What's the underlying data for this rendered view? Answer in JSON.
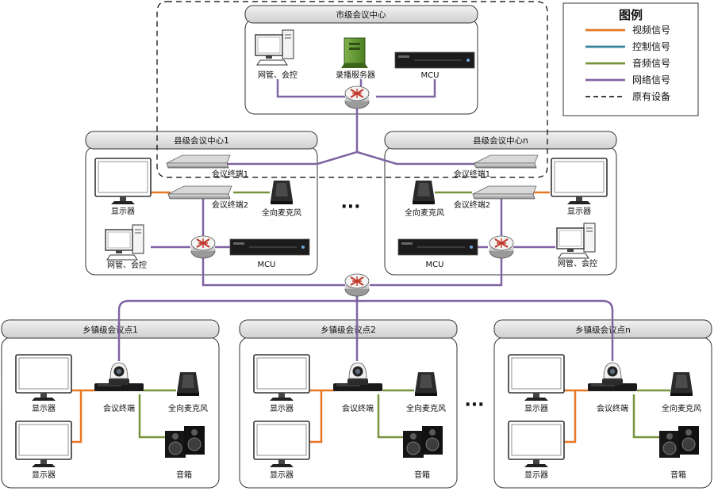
{
  "legend": {
    "title": "图例",
    "items": [
      {
        "label": "视频信号",
        "color": "#e87722",
        "style": "solid"
      },
      {
        "label": "控制信号",
        "color": "#31849b",
        "style": "solid"
      },
      {
        "label": "音频信号",
        "color": "#77933c",
        "style": "solid"
      },
      {
        "label": "网络信号",
        "color": "#8064a2",
        "style": "solid"
      },
      {
        "label": "原有设备",
        "color": "#000000",
        "style": "dashed"
      }
    ]
  },
  "city": {
    "title": "市级会议中心",
    "pc_label": "网管、会控",
    "server_label": "录播服务器",
    "mcu_label": "MCU"
  },
  "counties": [
    {
      "title": "县级会议中心1",
      "term1": "会议终端1",
      "term2": "会议终端2",
      "mic": "全向麦克风",
      "display": "显示器",
      "pc": "网管、会控",
      "mcu": "MCU"
    },
    {
      "title": "县级会议中心n",
      "term1": "会议终端1",
      "term2": "会议终端2",
      "mic": "全向麦克风",
      "display": "显示器",
      "pc": "网管、会控",
      "mcu": "MCU"
    }
  ],
  "towns": [
    {
      "title": "乡镇级会议点1",
      "display1": "显示器",
      "display2": "显示器",
      "terminal": "会议终端",
      "mic": "全向麦克风",
      "speaker": "音箱"
    },
    {
      "title": "乡镇级会议点2",
      "display1": "显示器",
      "display2": "显示器",
      "terminal": "会议终端",
      "mic": "全向麦克风",
      "speaker": "音箱"
    },
    {
      "title": "乡镇级会议点n",
      "display1": "显示器",
      "display2": "显示器",
      "terminal": "会议终端",
      "mic": "全向麦克风",
      "speaker": "音箱"
    }
  ],
  "ellipsis": "···"
}
